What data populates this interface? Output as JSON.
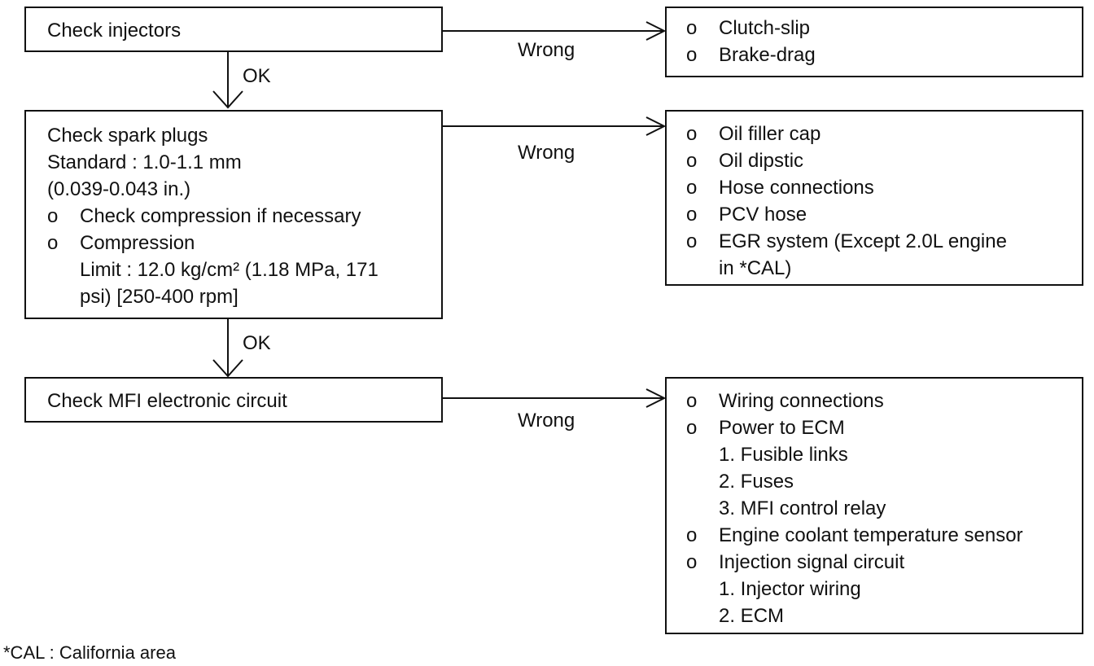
{
  "left": {
    "box1": {
      "title": "Check injectors"
    },
    "box2": {
      "title": "Check spark plugs",
      "line2": "Standard : 1.0-1.1 mm",
      "line3": "(0.039-0.043 in.)",
      "bullets": [
        {
          "mark": "o",
          "text": "Check compression if necessary"
        },
        {
          "mark": "o",
          "text": "Compression"
        }
      ],
      "limit1": "Limit : 12.0 kg/cm² (1.18 MPa, 171",
      "limit2": "psi) [250-400 rpm]"
    },
    "box3": {
      "title": "Check MFI electronic circuit"
    }
  },
  "labels": {
    "ok": "OK",
    "wrong": "Wrong"
  },
  "right": {
    "box1": {
      "items": [
        {
          "mark": "o",
          "text": "Clutch-slip"
        },
        {
          "mark": "o",
          "text": "Brake-drag"
        }
      ]
    },
    "box2": {
      "items": [
        {
          "mark": "o",
          "text": "Oil filler cap"
        },
        {
          "mark": "o",
          "text": "Oil dipstic"
        },
        {
          "mark": "o",
          "text": "Hose connections"
        },
        {
          "mark": "o",
          "text": "PCV hose"
        },
        {
          "mark": "o",
          "text": "EGR system (Except 2.0L engine"
        }
      ],
      "cont": "in *CAL)"
    },
    "box3": {
      "items": [
        {
          "mark": "o",
          "text": "Wiring connections"
        },
        {
          "mark": "o",
          "text": "Power to ECM"
        }
      ],
      "power_sub": [
        "1. Fusible links",
        "2. Fuses",
        "3. MFI control relay"
      ],
      "items2": [
        {
          "mark": "o",
          "text": "Engine coolant temperature sensor"
        },
        {
          "mark": "o",
          "text": "Injection signal circuit"
        }
      ],
      "signal_sub": [
        "1. Injector wiring",
        "2. ECM"
      ]
    }
  },
  "footnote": "*CAL : California area"
}
